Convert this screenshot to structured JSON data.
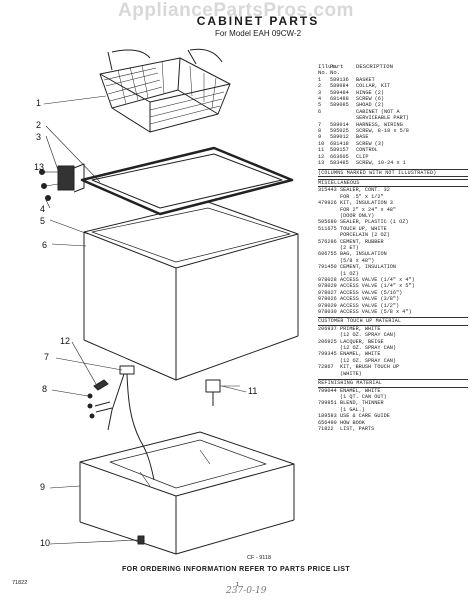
{
  "watermark": "AppliancePartsPros.com",
  "title": "CABINET PARTS",
  "model_line": "For Model EAH 09CW-2",
  "table_header": {
    "col1": "Illus. No.",
    "col2": "Part No.",
    "col3": "DESCRIPTION"
  },
  "parts": [
    {
      "illus": "1",
      "part": "589136",
      "desc": "BASKET"
    },
    {
      "illus": "2",
      "part": "589084",
      "desc": "COLLAR, KIT"
    },
    {
      "illus": "3",
      "part": "589484",
      "desc": "HINGE (2)"
    },
    {
      "illus": "4",
      "part": "681488",
      "desc": "SCREW (6)"
    },
    {
      "illus": "5",
      "part": "589085",
      "desc": "SHOAD (2)"
    },
    {
      "illus": "6",
      "part": "",
      "desc": "CABINET (NOT A"
    },
    {
      "illus": "",
      "part": "",
      "desc": "SERVICEABLE PART)"
    },
    {
      "illus": "7",
      "part": "589014",
      "desc": "HARNESS, WIRING"
    },
    {
      "illus": "8",
      "part": "595025",
      "desc": "SCREW, 8-18 x 5/8"
    },
    {
      "illus": "9",
      "part": "589012",
      "desc": "BASE"
    },
    {
      "illus": "10",
      "part": "681418",
      "desc": "SCREW (3)"
    },
    {
      "illus": "11",
      "part": "589157",
      "desc": "CONTROL"
    },
    {
      "illus": "12",
      "part": "663605",
      "desc": "CLIP"
    },
    {
      "illus": "13",
      "part": "583485",
      "desc": "SCREW, 10-24 x 1"
    }
  ],
  "section_column_note": "(COLUMNS MARKED WITH NOT ILLUSTRATED)",
  "misc_header": "MISCELLANEOUS",
  "misc": [
    {
      "part": "315443",
      "desc": "SEALER, CONT. 32"
    },
    {
      "part": "",
      "desc": "FOR .5\" x 1/2\""
    },
    {
      "part": "479926",
      "desc": "KIT, INSULATION 3"
    },
    {
      "part": "",
      "desc": "FOR 2\" x 24\" x 48\""
    },
    {
      "part": "",
      "desc": "(DOOR ONLY)"
    },
    {
      "part": "505680",
      "desc": "SEALER, PLASTIC (1 OZ)"
    },
    {
      "part": "511675",
      "desc": "TOUCH UP, WHITE"
    },
    {
      "part": "",
      "desc": "PORCELAIN (2 OZ)"
    },
    {
      "part": "576286",
      "desc": "CEMENT, RUBBER"
    },
    {
      "part": "",
      "desc": "(2 ET)"
    },
    {
      "part": "606755",
      "desc": "BAG, INSULATION"
    },
    {
      "part": "",
      "desc": "(5/8 x 48\")"
    },
    {
      "part": "791450",
      "desc": "CEMENT, INSULATION"
    },
    {
      "part": "",
      "desc": "(1 OZ)"
    },
    {
      "part": "978028",
      "desc": "ACCESS VALVE (1/4\" x 4\")"
    },
    {
      "part": "978029",
      "desc": "ACCESS VALVE (1/4\" x 5\")"
    },
    {
      "part": "978027",
      "desc": "ACCESS VALVE (5/16\")"
    },
    {
      "part": "978026",
      "desc": "ACCESS VALVE (3/8\")"
    },
    {
      "part": "978029",
      "desc": "ACCESS VALVE (1/2\")"
    },
    {
      "part": "978030",
      "desc": "ACCESS VALVE (5/8 x 4\")"
    }
  ],
  "touchup_header": "CUSTOMER TOUCH UP MATERIAL",
  "touchup": [
    {
      "part": "206937",
      "desc": "PRIMER, WHITE"
    },
    {
      "part": "",
      "desc": "(12 OZ. SPRAY CAN)"
    },
    {
      "part": "206925",
      "desc": "LACQUER, BEIGE"
    },
    {
      "part": "",
      "desc": "(12 OZ. SPRAY CAN)"
    },
    {
      "part": "799345",
      "desc": "ENAMEL, WHITE"
    },
    {
      "part": "",
      "desc": "(12 OZ. SPRAY CAN)"
    },
    {
      "part": "72867",
      "desc": "KIT, BRUSH TOUCH UP"
    },
    {
      "part": "",
      "desc": "(WHITE)"
    }
  ],
  "refinish_header": "REFINISHING MATERIAL",
  "refinish": [
    {
      "part": "799044",
      "desc": "ENAMEL, WHITE"
    },
    {
      "part": "",
      "desc": "(1 QT. CAN OUT)"
    },
    {
      "part": "799851",
      "desc": "BLEND, THINNER"
    },
    {
      "part": "",
      "desc": "(1 GAL.)"
    },
    {
      "part": "189583",
      "desc": "USE & CARE GUIDE"
    },
    {
      "part": "656490",
      "desc": "HOW BOOK"
    },
    {
      "part": "71822",
      "desc": "LIST, PARTS"
    }
  ],
  "callouts": [
    "1",
    "2",
    "3",
    "13",
    "4",
    "5",
    "6",
    "12",
    "7",
    "11",
    "8",
    "9",
    "10"
  ],
  "drawing_tag": "CF - 9118",
  "footer": "FOR ORDERING INFORMATION REFER TO PARTS PRICE LIST",
  "page_code": "71822",
  "page_number": "1",
  "handwritten": "237-0-19"
}
